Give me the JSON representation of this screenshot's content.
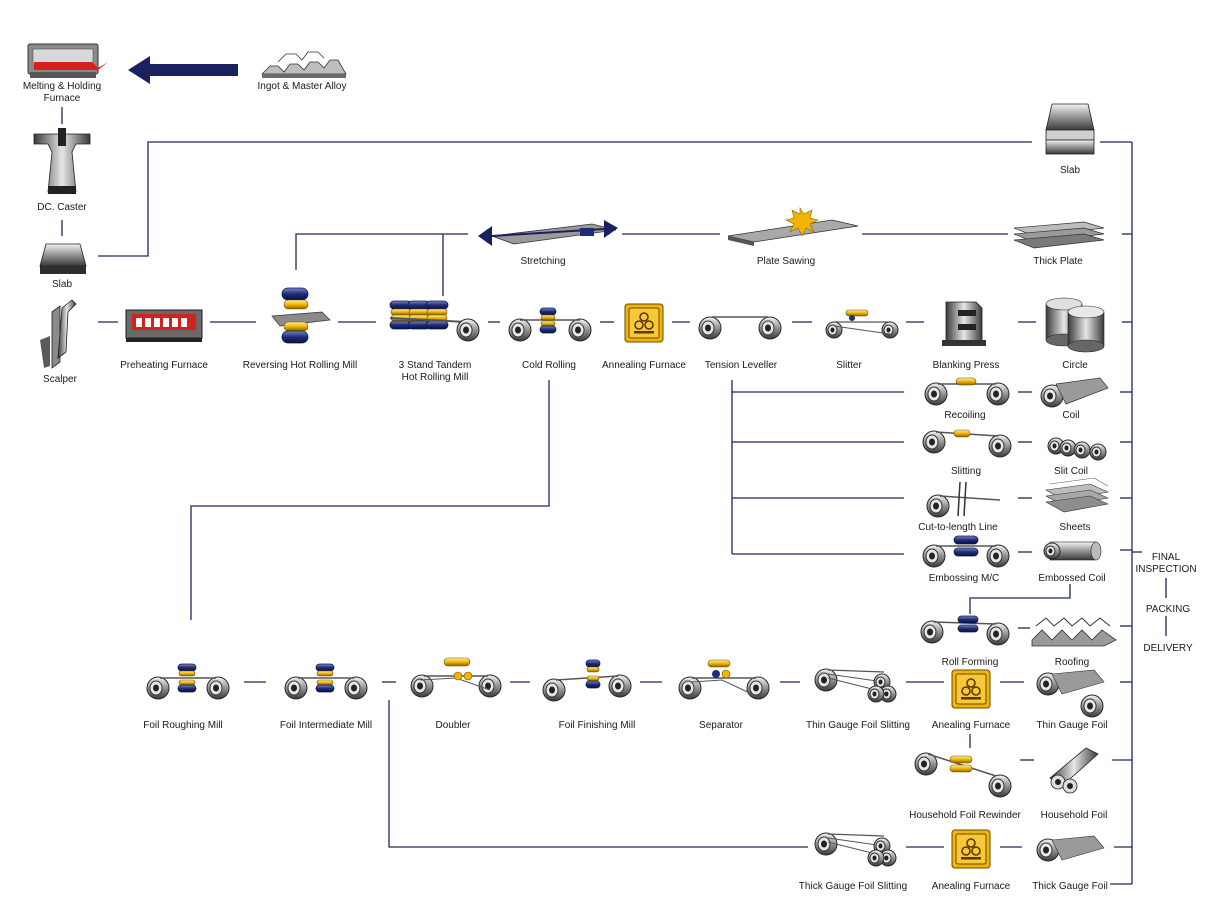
{
  "stations": {
    "melting_furnace": {
      "line1": "Melting & Holding",
      "line2": "Furnace"
    },
    "ingot": "Ingot & Master Alloy",
    "dc_caster": "DC. Caster",
    "slab_left": "Slab",
    "slab_right": "Slab",
    "scalper": "Scalper",
    "preheating_furnace": "Preheating Furnace",
    "reversing_hot_rolling_mill": "Reversing Hot Rolling Mill",
    "tandem_mill": {
      "line1": "3 Stand Tandem",
      "line2": "Hot Rolling Mill"
    },
    "cold_rolling": "Cold Rolling",
    "annealing_furnace_1": "Annealing Furnace",
    "tension_leveller": "Tension Leveller",
    "slitter": "Slitter",
    "blanking_press": "Blanking Press",
    "circle": "Circle",
    "stretching": "Stretching",
    "plate_sawing": "Plate Sawing",
    "thick_plate": "Thick Plate",
    "recoiling": "Recoiling",
    "coil": "Coil",
    "slitting": "Slitting",
    "slit_coil": "Slit Coil",
    "cut_to_length": "Cut-to-length Line",
    "sheets": "Sheets",
    "embossing": "Embossing M/C",
    "embossed_coil": "Embossed Coil",
    "roll_forming": "Roll Forming",
    "roofing": "Roofing",
    "foil_roughing_mill": "Foil Roughing Mill",
    "foil_intermediate_mill": "Foil Intermediate Mill",
    "doubler": "Doubler",
    "foil_finishing_mill": "Foil Finishing Mill",
    "separator": "Separator",
    "thin_gauge_foil_slitting": "Thin Gauge Foil Slitting",
    "annealing_furnace_2": "Anealing Furnace",
    "thin_gauge_foil": "Thin Gauge Foil",
    "household_foil_rewinder": "Household Foil Rewinder",
    "household_foil": "Household Foil",
    "thick_gauge_foil_slitting": "Thick Gauge Foil Slitting",
    "annealing_furnace_3": "Anealing Furnace",
    "thick_gauge_foil": "Thick Gauge Foil"
  },
  "final": {
    "inspection_line1": "FINAL",
    "inspection_line2": "INSPECTION",
    "packing": "PACKING",
    "delivery": "DELIVERY"
  },
  "colors": {
    "line": "#1c2a5a",
    "accent_red": "#d42020",
    "accent_gold": "#f2b400",
    "accent_blue": "#1e2d7a"
  }
}
